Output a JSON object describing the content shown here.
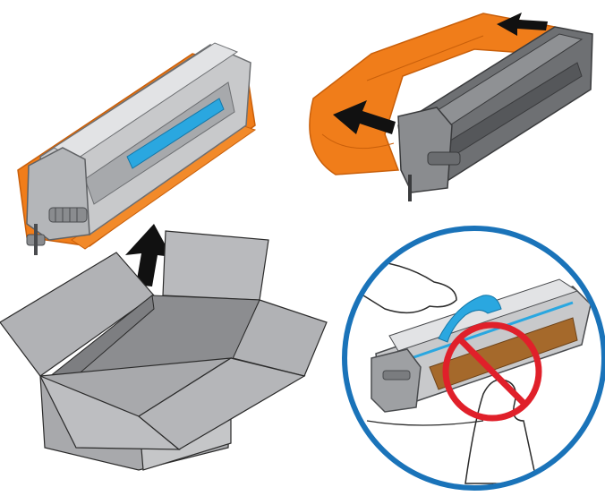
{
  "figure": {
    "steps": [
      {
        "id": "step-1",
        "description_icon": "drum-unit-lifted-from-box"
      },
      {
        "id": "step-2",
        "description_icon": "orange-shield-removed"
      },
      {
        "id": "step-3",
        "description_icon": "do-not-touch-drum"
      }
    ],
    "colors": {
      "orange": "#f07d1a",
      "orange_dark": "#c95f0a",
      "gray_light": "#c8c9cb",
      "gray_mid": "#9ea0a3",
      "gray_dark": "#5f6164",
      "blue_handle": "#2aa7e0",
      "circle_blue": "#1a73b9",
      "prohibit_red": "#e0202a",
      "drum_brown": "#a5692b",
      "arrow_black": "#111111"
    },
    "icons": [
      "up-arrow-icon",
      "left-arrow-icon",
      "prohibition-icon",
      "hand-icon"
    ]
  }
}
